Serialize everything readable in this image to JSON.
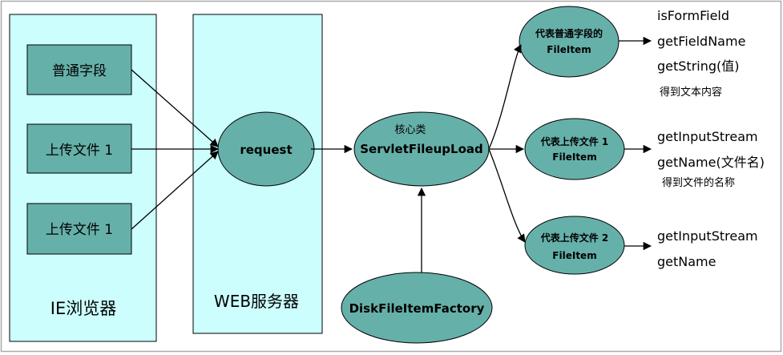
{
  "browser": {
    "label": "IE浏览器",
    "fields": [
      "普通字段",
      "上传文件 1",
      "上传文件 1"
    ]
  },
  "server": {
    "label": "WEB服务器"
  },
  "request": {
    "label": "request"
  },
  "core": {
    "caption": "核心类",
    "label": "ServletFileupLoad"
  },
  "factory": {
    "label": "DiskFileItemFactory"
  },
  "items": [
    {
      "title": "代表普通字段的",
      "subtitle": "FileItem",
      "methods": [
        "isFormField",
        "getFieldName",
        "getString(值)"
      ],
      "note": "得到文本内容"
    },
    {
      "title": "代表上传文件 1",
      "subtitle": "FileItem",
      "methods": [
        "getInputStream",
        "getName(文件名)"
      ],
      "note": "得到文件的名称"
    },
    {
      "title": "代表上传文件 2",
      "subtitle": "FileItem",
      "methods": [
        "getInputStream",
        "getName"
      ],
      "note": ""
    }
  ],
  "colors": {
    "panel": "#ccfefe",
    "box": "#66b0aa",
    "ellipse": "#66b0aa",
    "frame": "#aaaaaa",
    "line": "#000000"
  }
}
